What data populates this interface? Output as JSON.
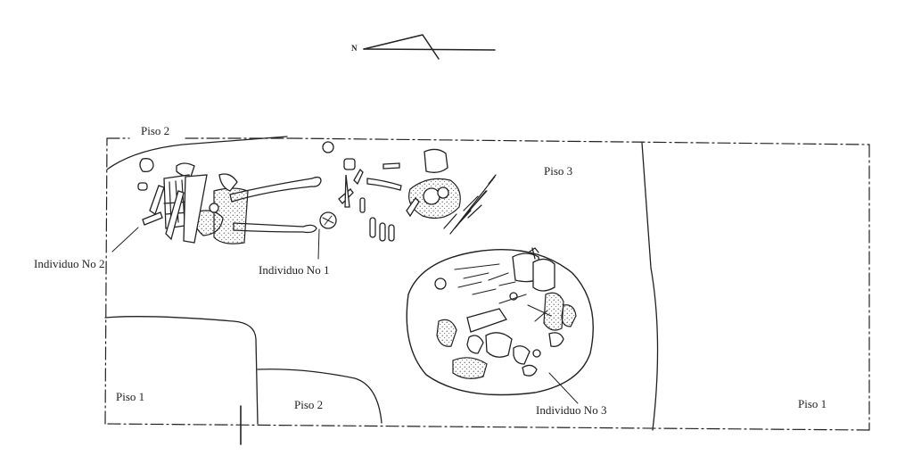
{
  "north_arrow": {
    "label": "N"
  },
  "labels": {
    "piso2_top": "Piso 2",
    "piso3": "Piso 3",
    "piso1_left": "Piso 1",
    "piso2_bottom": "Piso 2",
    "piso1_right": "Piso 1",
    "individuo1": "Individuo No 1",
    "individuo2": "Individuo No 2",
    "individuo3": "Individuo No 3"
  }
}
